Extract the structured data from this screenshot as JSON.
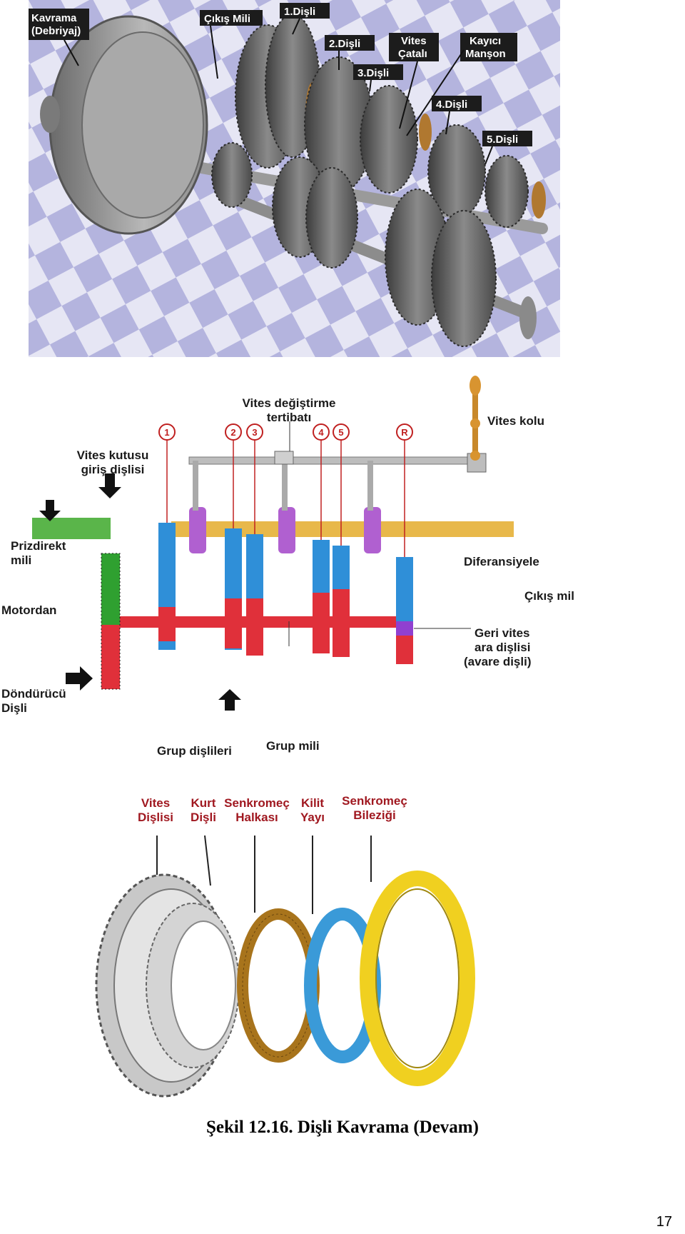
{
  "figure1": {
    "labels": {
      "clutch": "Kavrama",
      "clutch_sub": "(Debriyaj)",
      "output_shaft": "Çıkış Mili",
      "gear1": "1.Dişli",
      "gear2": "2.Dişli",
      "gear3": "3.Dişli",
      "fork": "Vites",
      "fork_sub": "Çatalı",
      "sleeve": "Kayıcı",
      "sleeve_sub": "Manşon",
      "gear4": "4.Dişli",
      "gear5": "5.Dişli"
    }
  },
  "figure2": {
    "labels": {
      "shift_mech": "Vites değiştirme",
      "shift_mech_sub": "tertibatı",
      "gear_lever": "Vites kolu",
      "input_gear": "Vites kutusu",
      "input_gear_sub": "giriş dişlisi",
      "direct_shaft": "Prizdirekt",
      "direct_shaft_sub": "mili",
      "from_engine": "Motordan",
      "to_diff": "Diferansiyele",
      "output": "Çıkış mil",
      "reverse_idler": "Geri vites",
      "reverse_idler_sub": "ara dişlisi",
      "reverse_idler_sub2": "(avare dişli)",
      "drive_gear": "Döndürücü",
      "drive_gear_sub": "Dişli",
      "cluster_gears": "Grup dişlileri",
      "cluster_shaft": "Grup mili"
    },
    "gear_numbers": [
      "1",
      "2",
      "3",
      "4",
      "5",
      "R"
    ]
  },
  "figure3": {
    "labels": {
      "gear": "Vites",
      "gear_sub": "Dişlisi",
      "dog": "Kurt",
      "dog_sub": "Dişli",
      "sync_ring": "Senkromeç",
      "sync_ring_sub": "Halkası",
      "spring": "Kilit",
      "spring_sub": "Yayı",
      "sync_collar": "Senkromeç",
      "sync_collar_sub": "Bileziği"
    }
  },
  "caption": "Şekil 12.16.  Dişli Kavrama (Devam)",
  "page_number": "17"
}
